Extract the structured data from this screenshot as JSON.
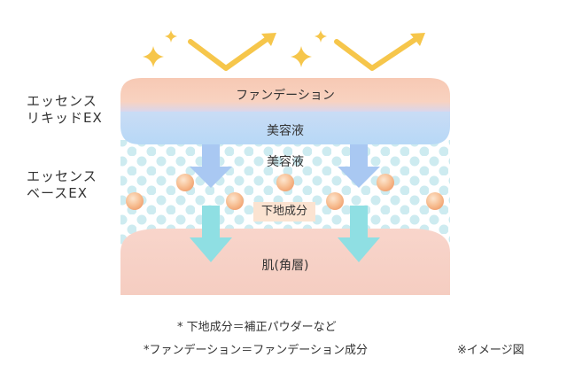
{
  "side_labels": {
    "liquid_line1": "エッセンス",
    "liquid_line2": "リキッドEX",
    "base_line1": "エッセンス",
    "base_line2": "ベースEX"
  },
  "layers": {
    "foundation": "ファンデーション",
    "serum_top": "美容液",
    "serum_base": "美容液",
    "undercoat": "下地成分",
    "skin": "肌(角層)"
  },
  "notes": {
    "line1": "* 下地成分＝補正パウダーなど",
    "line2": "*ファンデーション＝ファンデーション成分",
    "image_note": "※イメージ図"
  },
  "colors": {
    "foundation": "#f8cdb6",
    "serum_band": "#bcdcf6",
    "dots": "#cdebf0",
    "skin": "#f7d3c9",
    "down_arrow": "#a9c8f2",
    "teal_arrow": "#8fdfe3",
    "sparkle": "#f6c64b",
    "particle": "#f4b383"
  }
}
